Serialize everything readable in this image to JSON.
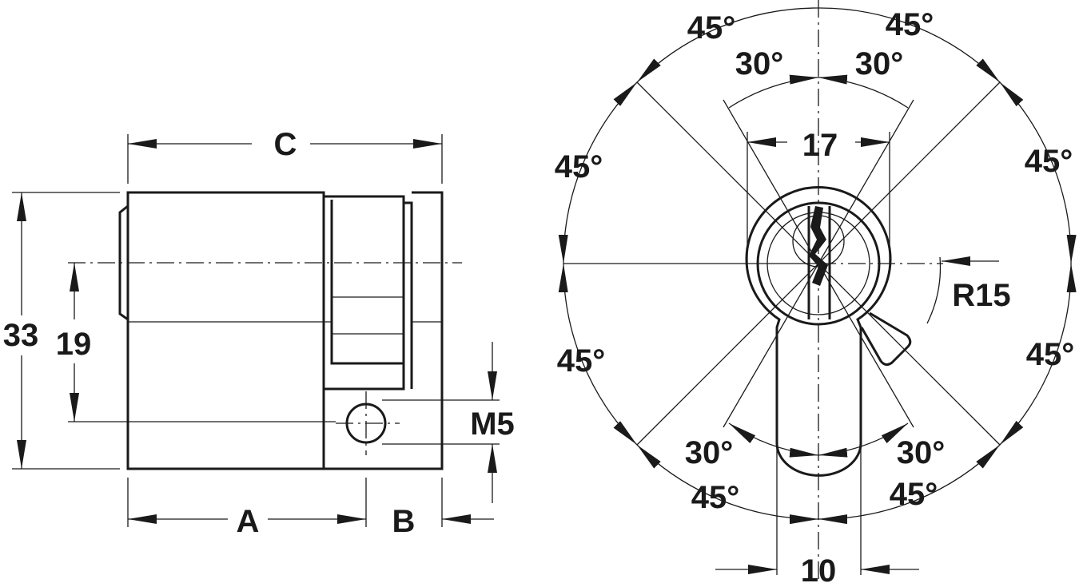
{
  "side_view": {
    "dim_c": "C",
    "dim_a": "A",
    "dim_b": "B",
    "dim_33": "33",
    "dim_19": "19",
    "dim_m5": "M5"
  },
  "front_view": {
    "dim_17": "17",
    "dim_10": "10",
    "dim_r15": "R15",
    "angle_45": [
      "45°",
      "45°",
      "45°",
      "45°",
      "45°",
      "45°",
      "45°",
      "45°"
    ],
    "angle_30": [
      "30°",
      "30°",
      "30°",
      "30°"
    ]
  }
}
